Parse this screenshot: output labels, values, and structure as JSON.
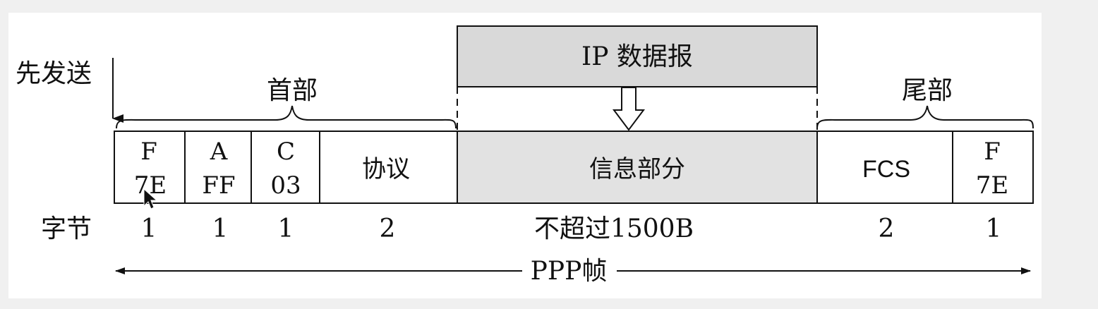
{
  "diagram": {
    "send_first_label": "先发送",
    "header_label": "首部",
    "trailer_label": "尾部",
    "ip_datagram_label": "IP 数据报",
    "bytes_label": "字节",
    "frame_label": "PPP帧",
    "fields": [
      {
        "line1": "F",
        "line2": "7E",
        "bytes": "1"
      },
      {
        "line1": "A",
        "line2": "FF",
        "bytes": "1"
      },
      {
        "line1": "C",
        "line2": "03",
        "bytes": "1"
      },
      {
        "line1": "协议",
        "line2": "",
        "bytes": "2"
      },
      {
        "line1": "信息部分",
        "line2": "",
        "bytes": "不超过1500B"
      },
      {
        "line1": "FCS",
        "line2": "",
        "bytes": "2"
      },
      {
        "line1": "F",
        "line2": "7E",
        "bytes": "1"
      }
    ],
    "colors": {
      "background": "#f0f0f0",
      "panel": "#ffffff",
      "info_fill": "#e2e2e2",
      "ip_fill": "#d9d9d9",
      "stroke": "#111111"
    }
  }
}
